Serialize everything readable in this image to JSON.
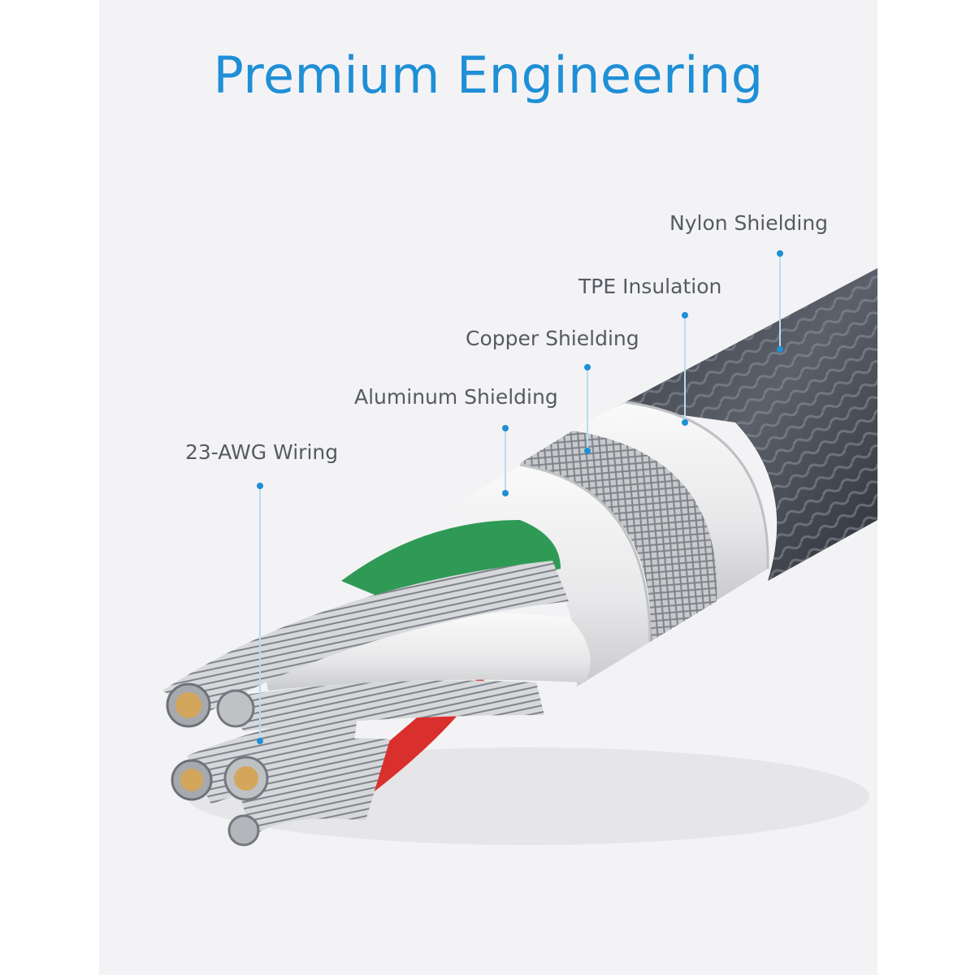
{
  "title": "Premium Engineering",
  "accent_color": "#1f8fd6",
  "callouts": [
    {
      "id": "nylon",
      "label": "Nylon Shielding"
    },
    {
      "id": "tpe",
      "label": "TPE Insulation"
    },
    {
      "id": "copper",
      "label": "Copper Shielding"
    },
    {
      "id": "aluminum",
      "label": "Aluminum Shielding"
    },
    {
      "id": "wiring",
      "label": "23-AWG Wiring"
    }
  ]
}
